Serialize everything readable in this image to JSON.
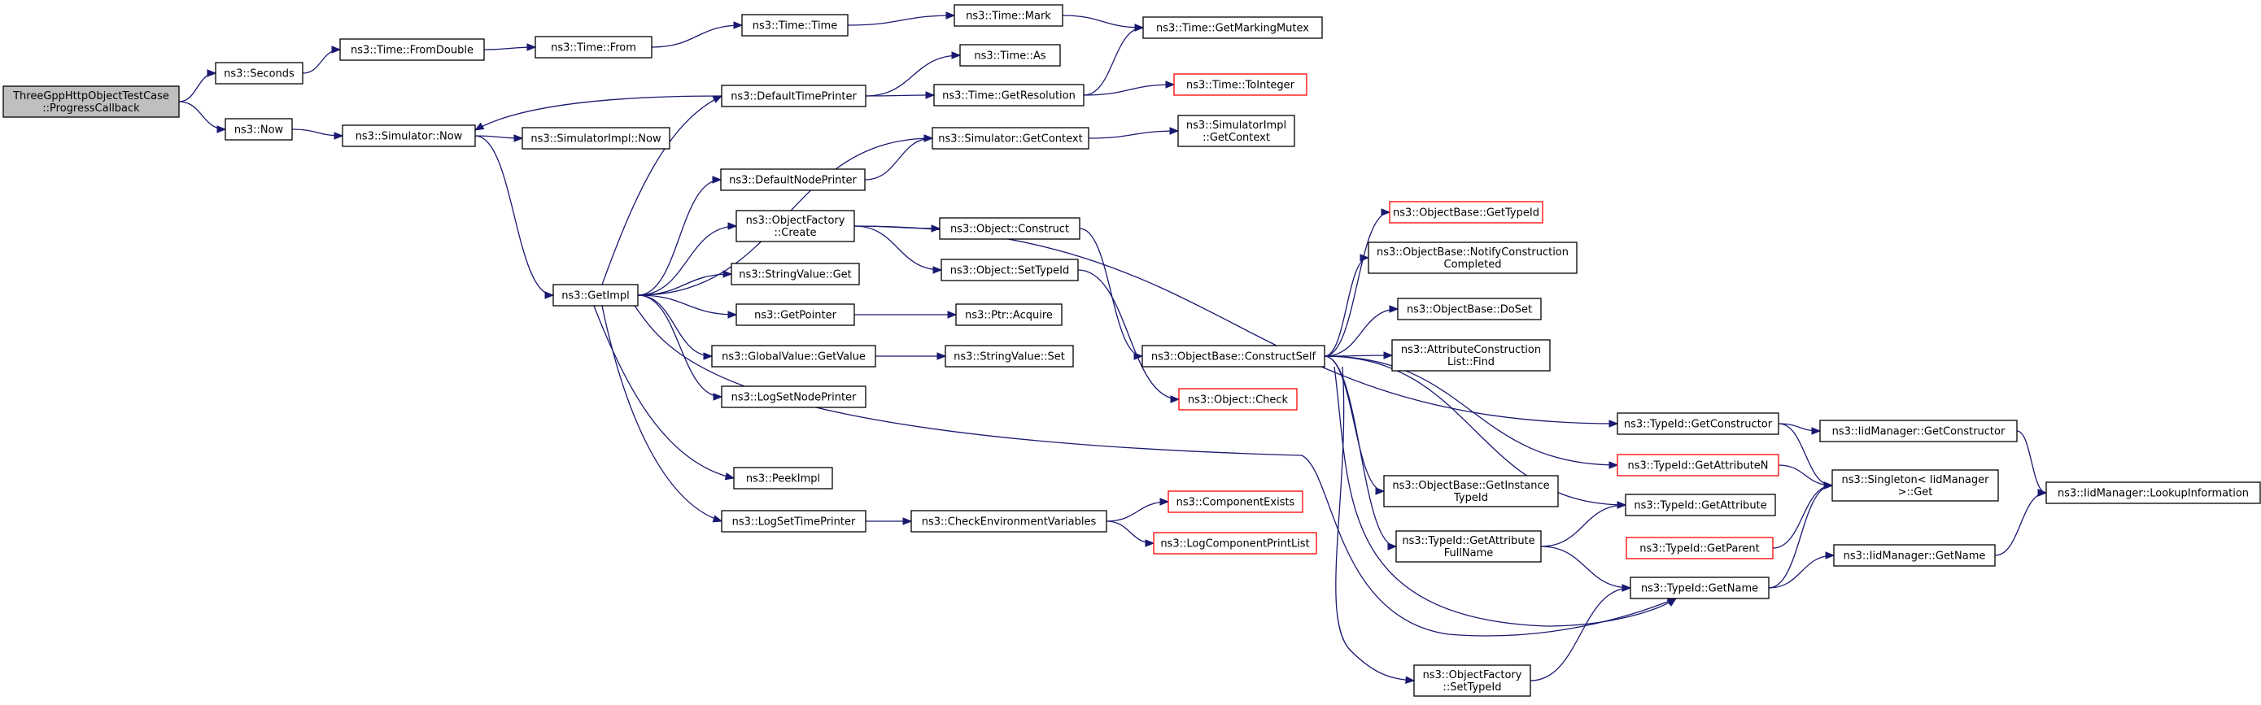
{
  "graph": {
    "nodes": [
      {
        "id": "root",
        "lines": [
          "ThreeGppHttpObjectTestCase",
          "::ProgressCallback"
        ],
        "style": "root"
      },
      {
        "id": "seconds",
        "lines": [
          "ns3::Seconds"
        ]
      },
      {
        "id": "now",
        "lines": [
          "ns3::Now"
        ]
      },
      {
        "id": "fromdouble",
        "lines": [
          "ns3::Time::FromDouble"
        ]
      },
      {
        "id": "from",
        "lines": [
          "ns3::Time::From"
        ]
      },
      {
        "id": "timetime",
        "lines": [
          "ns3::Time::Time"
        ]
      },
      {
        "id": "mark",
        "lines": [
          "ns3::Time::Mark"
        ]
      },
      {
        "id": "markingmutex",
        "lines": [
          "ns3::Time::GetMarkingMutex"
        ]
      },
      {
        "id": "as",
        "lines": [
          "ns3::Time::As"
        ]
      },
      {
        "id": "getresolution",
        "lines": [
          "ns3::Time::GetResolution"
        ]
      },
      {
        "id": "tointeger",
        "lines": [
          "ns3::Time::ToInteger"
        ],
        "style": "red"
      },
      {
        "id": "defaulttimeprinter",
        "lines": [
          "ns3::DefaultTimePrinter"
        ]
      },
      {
        "id": "simnow",
        "lines": [
          "ns3::Simulator::Now"
        ]
      },
      {
        "id": "simimplnow",
        "lines": [
          "ns3::SimulatorImpl::Now"
        ]
      },
      {
        "id": "simgetcontext",
        "lines": [
          "ns3::Simulator::GetContext"
        ]
      },
      {
        "id": "simimplgetcontext",
        "lines": [
          "ns3::SimulatorImpl",
          "::GetContext"
        ]
      },
      {
        "id": "defaultnodeprinter",
        "lines": [
          "ns3::DefaultNodePrinter"
        ]
      },
      {
        "id": "objfactorycreate",
        "lines": [
          "ns3::ObjectFactory",
          "::Create"
        ]
      },
      {
        "id": "objconstruct",
        "lines": [
          "ns3::Object::Construct"
        ]
      },
      {
        "id": "objsettypeid",
        "lines": [
          "ns3::Object::SetTypeId"
        ]
      },
      {
        "id": "stringvalueget",
        "lines": [
          "ns3::StringValue::Get"
        ]
      },
      {
        "id": "getimpl",
        "lines": [
          "ns3::GetImpl"
        ]
      },
      {
        "id": "getpointer",
        "lines": [
          "ns3::GetPointer"
        ]
      },
      {
        "id": "ptracquire",
        "lines": [
          "ns3::Ptr::Acquire"
        ]
      },
      {
        "id": "globalvalueget",
        "lines": [
          "ns3::GlobalValue::GetValue"
        ]
      },
      {
        "id": "stringvalueset",
        "lines": [
          "ns3::StringValue::Set"
        ]
      },
      {
        "id": "logsetnodeprinter",
        "lines": [
          "ns3::LogSetNodePrinter"
        ]
      },
      {
        "id": "peekimpl",
        "lines": [
          "ns3::PeekImpl"
        ]
      },
      {
        "id": "logsettimeprinter",
        "lines": [
          "ns3::LogSetTimePrinter"
        ]
      },
      {
        "id": "checkenv",
        "lines": [
          "ns3::CheckEnvironmentVariables"
        ]
      },
      {
        "id": "componentexists",
        "lines": [
          "ns3::ComponentExists"
        ],
        "style": "red"
      },
      {
        "id": "logcomponentprintlist",
        "lines": [
          "ns3::LogComponentPrintList"
        ],
        "style": "red"
      },
      {
        "id": "objbasegettypeid",
        "lines": [
          "ns3::ObjectBase::GetTypeId"
        ],
        "style": "red"
      },
      {
        "id": "notifyconstruction",
        "lines": [
          "ns3::ObjectBase::NotifyConstruction",
          "Completed"
        ]
      },
      {
        "id": "doset",
        "lines": [
          "ns3::ObjectBase::DoSet"
        ]
      },
      {
        "id": "constructself",
        "lines": [
          "ns3::ObjectBase::ConstructSelf"
        ]
      },
      {
        "id": "attrconstructionlistfind",
        "lines": [
          "ns3::AttributeConstruction",
          "List::Find"
        ]
      },
      {
        "id": "objcheck",
        "lines": [
          "ns3::Object::Check"
        ],
        "style": "red"
      },
      {
        "id": "getconstructor",
        "lines": [
          "ns3::TypeId::GetConstructor"
        ]
      },
      {
        "id": "iidgetconstructor",
        "lines": [
          "ns3::IidManager::GetConstructor"
        ]
      },
      {
        "id": "getattributen",
        "lines": [
          "ns3::TypeId::GetAttributeN"
        ],
        "style": "red"
      },
      {
        "id": "singletonget",
        "lines": [
          "ns3::Singleton< IidManager",
          ">::Get"
        ]
      },
      {
        "id": "lookupinformation",
        "lines": [
          "ns3::IidManager::LookupInformation"
        ]
      },
      {
        "id": "getinstancetypeid",
        "lines": [
          "ns3::ObjectBase::GetInstance",
          "TypeId"
        ]
      },
      {
        "id": "getattribute",
        "lines": [
          "ns3::TypeId::GetAttribute"
        ]
      },
      {
        "id": "getattributefullname",
        "lines": [
          "ns3::TypeId::GetAttribute",
          "FullName"
        ]
      },
      {
        "id": "getparent",
        "lines": [
          "ns3::TypeId::GetParent"
        ],
        "style": "red"
      },
      {
        "id": "iidgetname",
        "lines": [
          "ns3::IidManager::GetName"
        ]
      },
      {
        "id": "typeidgetname",
        "lines": [
          "ns3::TypeId::GetName"
        ]
      },
      {
        "id": "objfactorysettypeid",
        "lines": [
          "ns3::ObjectFactory",
          "::SetTypeId"
        ]
      }
    ],
    "edges": [
      [
        "root",
        "seconds"
      ],
      [
        "root",
        "now"
      ],
      [
        "seconds",
        "fromdouble"
      ],
      [
        "fromdouble",
        "from"
      ],
      [
        "from",
        "timetime"
      ],
      [
        "timetime",
        "mark"
      ],
      [
        "mark",
        "markingmutex"
      ],
      [
        "now",
        "simnow"
      ],
      [
        "simnow",
        "simimplnow"
      ],
      [
        "simnow",
        "getimpl"
      ],
      [
        "defaulttimeprinter",
        "simnow"
      ],
      [
        "defaulttimeprinter",
        "as"
      ],
      [
        "defaulttimeprinter",
        "getresolution"
      ],
      [
        "getresolution",
        "markingmutex"
      ],
      [
        "getresolution",
        "tointeger"
      ],
      [
        "defaultnodeprinter",
        "simgetcontext"
      ],
      [
        "simgetcontext",
        "simimplgetcontext"
      ],
      [
        "getimpl",
        "defaulttimeprinter"
      ],
      [
        "getimpl",
        "simgetcontext"
      ],
      [
        "getimpl",
        "defaultnodeprinter"
      ],
      [
        "getimpl",
        "objfactorycreate"
      ],
      [
        "getimpl",
        "stringvalueget"
      ],
      [
        "getimpl",
        "getpointer"
      ],
      [
        "getimpl",
        "globalvalueget"
      ],
      [
        "getimpl",
        "logsetnodeprinter"
      ],
      [
        "getimpl",
        "peekimpl"
      ],
      [
        "getimpl",
        "logsettimeprinter"
      ],
      [
        "getimpl",
        "typeidgetname"
      ],
      [
        "objfactorycreate",
        "objconstruct"
      ],
      [
        "objfactorycreate",
        "objsettypeid"
      ],
      [
        "objfactorycreate",
        "getconstructor"
      ],
      [
        "objconstruct",
        "constructself"
      ],
      [
        "objsettypeid",
        "objcheck"
      ],
      [
        "getpointer",
        "ptracquire"
      ],
      [
        "globalvalueget",
        "stringvalueset"
      ],
      [
        "logsettimeprinter",
        "checkenv"
      ],
      [
        "checkenv",
        "componentexists"
      ],
      [
        "checkenv",
        "logcomponentprintlist"
      ],
      [
        "constructself",
        "objbasegettypeid"
      ],
      [
        "constructself",
        "notifyconstruction"
      ],
      [
        "constructself",
        "doset"
      ],
      [
        "constructself",
        "attrconstructionlistfind"
      ],
      [
        "constructself",
        "getattributen"
      ],
      [
        "constructself",
        "getinstancetypeid"
      ],
      [
        "constructself",
        "getattribute"
      ],
      [
        "constructself",
        "getattributefullname"
      ],
      [
        "constructself",
        "typeidgetname"
      ],
      [
        "constructself",
        "objfactorysettypeid"
      ],
      [
        "getconstructor",
        "iidgetconstructor"
      ],
      [
        "getconstructor",
        "singletonget"
      ],
      [
        "iidgetconstructor",
        "lookupinformation"
      ],
      [
        "getattributen",
        "singletonget"
      ],
      [
        "getparent",
        "singletonget"
      ],
      [
        "getattributefullname",
        "getattribute"
      ],
      [
        "getattributefullname",
        "typeidgetname"
      ],
      [
        "typeidgetname",
        "iidgetname"
      ],
      [
        "typeidgetname",
        "singletonget"
      ],
      [
        "iidgetname",
        "lookupinformation"
      ],
      [
        "objfactorysettypeid",
        "typeidgetname"
      ]
    ]
  }
}
